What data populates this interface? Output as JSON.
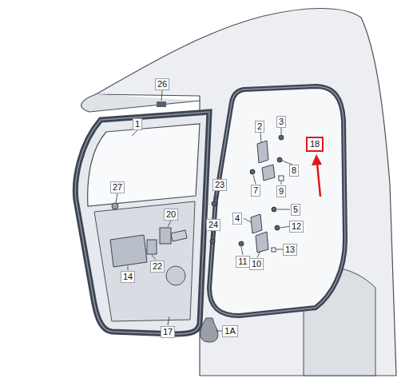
{
  "diagram": {
    "nodes": [
      {
        "text": [
          "18"
        ]
      }
    ],
    "edges": [],
    "labels": [
      "26",
      "1",
      "2",
      "3",
      "8",
      "7",
      "9",
      "27",
      "23",
      "20",
      "5",
      "4",
      "12",
      "24",
      "22",
      "11",
      "10",
      "13",
      "14",
      "17",
      "1A"
    ]
  }
}
